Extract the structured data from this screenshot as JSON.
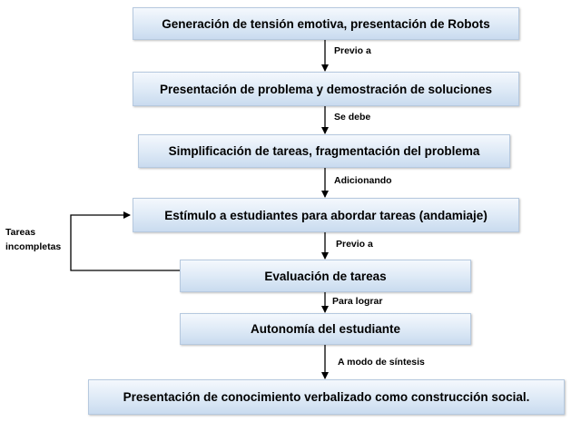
{
  "nodes": [
    {
      "id": "n1",
      "text": "Generación de tensión emotiva, presentación de Robots"
    },
    {
      "id": "n2",
      "text": "Presentación de problema y demostración de soluciones"
    },
    {
      "id": "n3",
      "text": "Simplificación de tareas, fragmentación del problema"
    },
    {
      "id": "n4",
      "text": "Estímulo a estudiantes para abordar tareas (andamiaje)"
    },
    {
      "id": "n5",
      "text": "Evaluación de tareas"
    },
    {
      "id": "n6",
      "text": "Autonomía del estudiante"
    },
    {
      "id": "n7",
      "text": "Presentación de conocimiento verbalizado como construcción social."
    }
  ],
  "edges": [
    {
      "from": "n1",
      "to": "n2",
      "label": "Previo a"
    },
    {
      "from": "n2",
      "to": "n3",
      "label": "Se debe"
    },
    {
      "from": "n3",
      "to": "n4",
      "label": "Adicionando"
    },
    {
      "from": "n4",
      "to": "n5",
      "label": "Previo a"
    },
    {
      "from": "n5",
      "to": "n6",
      "label": "Para lograr"
    },
    {
      "from": "n6",
      "to": "n7",
      "label": "A modo de síntesis"
    },
    {
      "from": "n5",
      "to": "n4",
      "label": "Tareas incompletas",
      "label_lines": [
        "Tareas",
        "incompletas"
      ]
    }
  ]
}
